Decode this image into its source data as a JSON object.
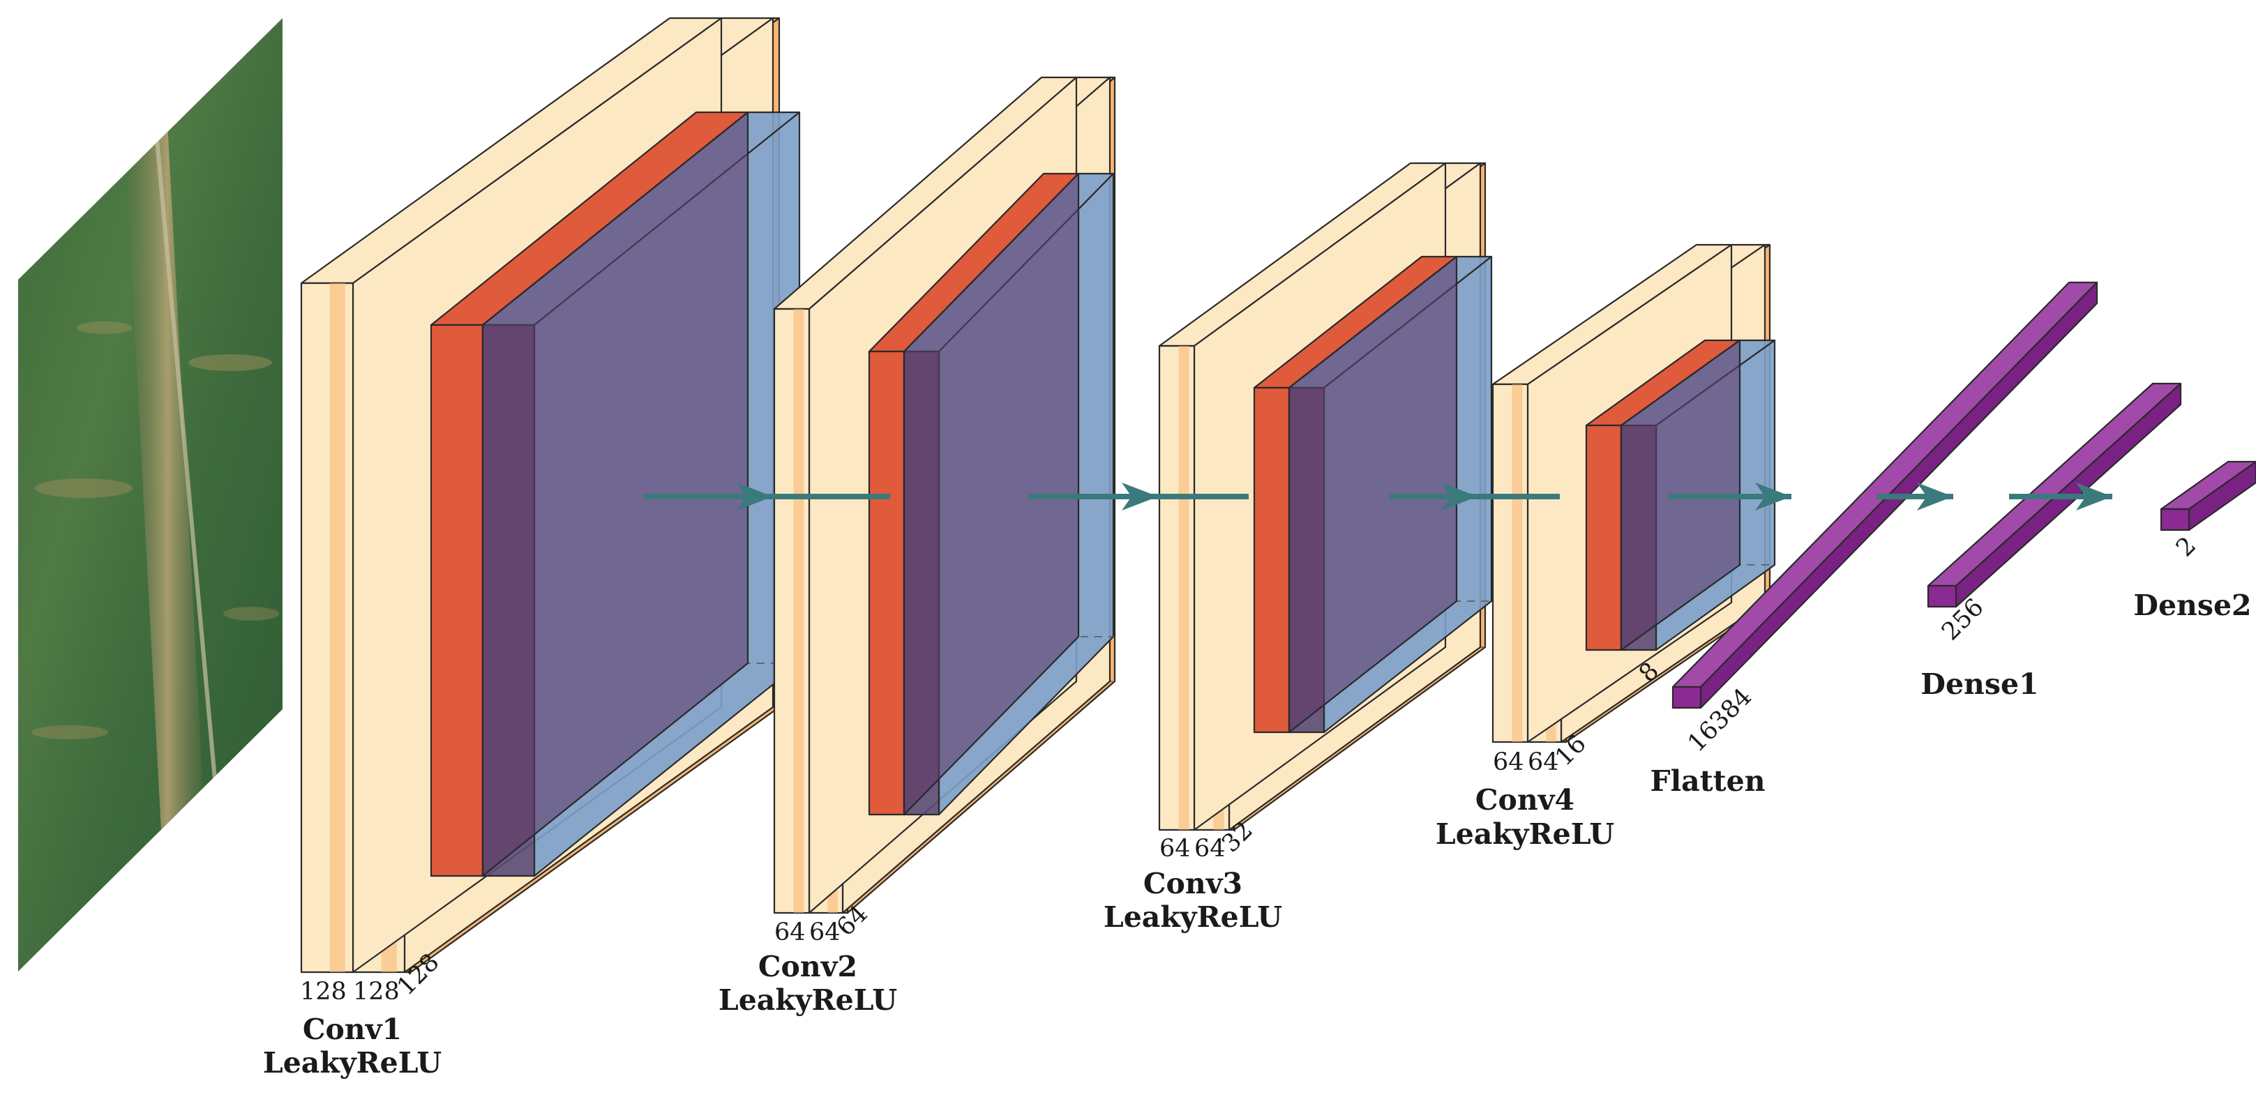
{
  "diagram": {
    "input": {
      "kind": "aerial crop field image"
    },
    "blocks": [
      {
        "name": "Conv1",
        "activation": "LeakyReLU",
        "dims": [
          "128",
          "128",
          "128"
        ]
      },
      {
        "name": "Conv2",
        "activation": "LeakyReLU",
        "dims": [
          "64",
          "64",
          "64"
        ]
      },
      {
        "name": "Conv3",
        "activation": "LeakyReLU",
        "dims": [
          "64",
          "64",
          "32"
        ]
      },
      {
        "name": "Conv4",
        "activation": "LeakyReLU",
        "dims": [
          "64",
          "64",
          "16"
        ]
      }
    ],
    "pool_dims": [
      "8"
    ],
    "dense_layers": [
      {
        "name": "Flatten",
        "size": "16384"
      },
      {
        "name": "Dense1",
        "size": "256"
      },
      {
        "name": "Dense2",
        "size": "2"
      }
    ],
    "colors": {
      "conv_light": "#fde8c4",
      "conv_mid": "#f9b56f",
      "conv_dark": "#f7a755",
      "activation": "#e05a3c",
      "pool": "#5a7fb8",
      "pool_fill": "#7b9fca",
      "dense": "#8b2a93",
      "arrow": "#3a7a7c"
    }
  }
}
